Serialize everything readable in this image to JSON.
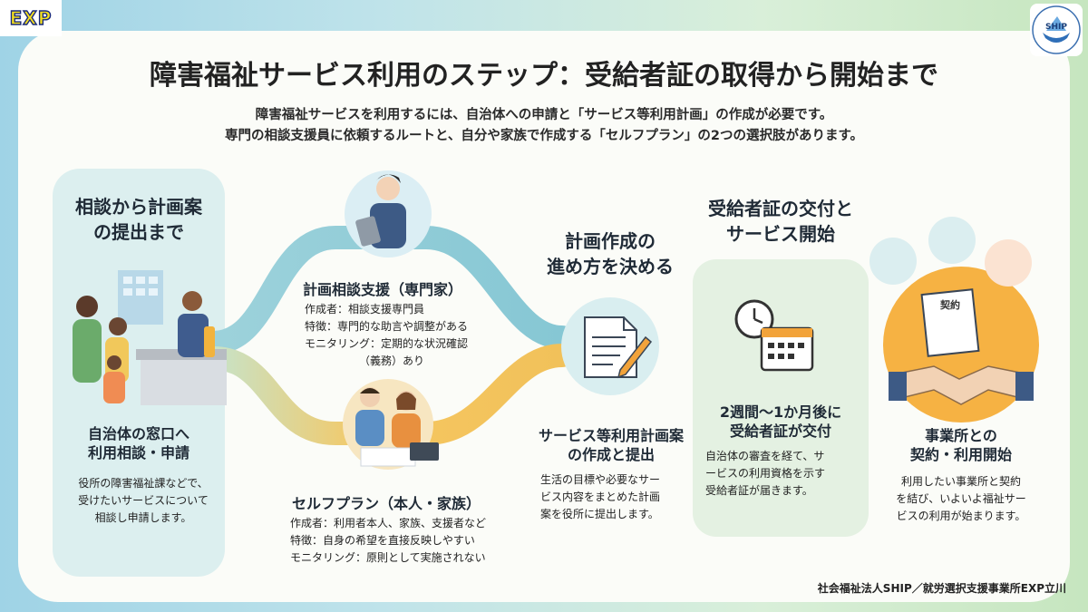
{
  "brand": {
    "exp_logo": "EXP",
    "ship_logo": "SHIP"
  },
  "title": "障害福祉サービス利用のステップ：受給者証の取得から開始まで",
  "subtitle": [
    "障害福祉サービスを利用するには、自治体への申請と「サービス等利用計画」の作成が必要です。",
    "専門の相談支援員に依頼するルートと、自分や家族で作成する「セルフプラン」の2つの選択肢があります。"
  ],
  "stage_headings": {
    "consult": [
      "相談から計画案",
      "の提出まで"
    ],
    "decide": [
      "計画作成の",
      "進め方を決める"
    ],
    "issue": [
      "受給者証の交付と",
      "サービス開始"
    ]
  },
  "step_window": {
    "title": [
      "自治体の窓口へ",
      "利用相談・申請"
    ],
    "body": [
      "役所の障害福祉課などで、",
      "受けたいサービスについて",
      "相談し申請します。"
    ]
  },
  "route_expert": {
    "title": "計画相談支援（専門家）",
    "lines": [
      "作成者：相談支援専門員",
      "特徴：専門的な助言や調整がある",
      "モニタリング：定期的な状況確認",
      "（義務）あり"
    ]
  },
  "route_self": {
    "title": "セルフプラン（本人・家族）",
    "lines": [
      "作成者：利用者本人、家族、支援者など",
      "特徴：自身の希望を直接反映しやすい",
      "モニタリング：原則として実施されない"
    ]
  },
  "step_plan": {
    "title": [
      "サービス等利用計画案",
      "の作成と提出"
    ],
    "body": [
      "生活の目標や必要なサー",
      "ビス内容をまとめた計画",
      "案を役所に提出します。"
    ]
  },
  "step_certificate": {
    "title": [
      "2週間〜1か月後に",
      "受給者証が交付"
    ],
    "body": [
      "自治体の審査を経て、サ",
      "ービスの利用資格を示す",
      "受給者証が届きます。"
    ]
  },
  "step_contract": {
    "doc_label": "契約",
    "title": [
      "事業所との",
      "契約・利用開始"
    ],
    "body": [
      "利用したい事業所と契約",
      "を結び、いよいよ福祉サー",
      "ビスの利用が始まります。"
    ]
  },
  "credit": "社会福祉法人SHIP／就労選択支援事業所EXP立川",
  "colors": {
    "teal_band": "#7fc8d6",
    "orange_band": "#f3b84a",
    "green_band": "#c9e0a8",
    "accent_orange": "#f2a33a",
    "navy": "#2d4a78"
  }
}
